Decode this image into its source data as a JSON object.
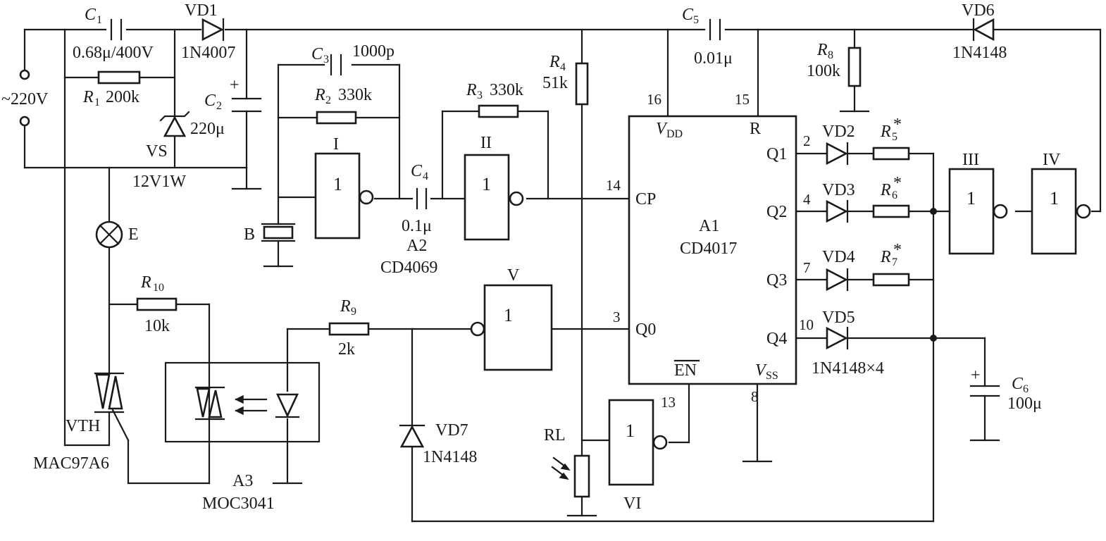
{
  "supply": {
    "mains": "~220V"
  },
  "C1": {
    "letter": "C",
    "sub": "1",
    "value": "0.68μ/400V"
  },
  "R1": {
    "letter": "R",
    "sub": "1",
    "value": "200k"
  },
  "VD1": {
    "name": "VD1",
    "part": "1N4007"
  },
  "C2": {
    "letter": "C",
    "sub": "2",
    "value": "220μ",
    "plus": "+"
  },
  "VS": {
    "name": "VS",
    "part": "12V1W"
  },
  "C3": {
    "letter": "C",
    "sub": "3",
    "value": "1000p"
  },
  "R2": {
    "letter": "R",
    "sub": "2",
    "value": "330k"
  },
  "R3": {
    "letter": "R",
    "sub": "3",
    "value": "330k"
  },
  "R4": {
    "letter": "R",
    "sub": "4",
    "value": "51k"
  },
  "C4": {
    "letter": "C",
    "sub": "4",
    "value": "0.1μ"
  },
  "C5": {
    "letter": "C",
    "sub": "5",
    "value": "0.01μ"
  },
  "R8": {
    "letter": "R",
    "sub": "8",
    "value": "100k"
  },
  "VD6": {
    "name": "VD6",
    "part": "1N4148"
  },
  "B": {
    "name": "B"
  },
  "lamp": {
    "name": "E"
  },
  "A2": {
    "name": "A2",
    "part": "CD4069"
  },
  "A1": {
    "name": "A1",
    "part": "CD4017"
  },
  "gates": {
    "g1": "I",
    "g2": "II",
    "g3": "III",
    "g4": "IV",
    "g5": "V",
    "g6": "VI",
    "symbol": "1"
  },
  "ic_pins": {
    "vdd": "V",
    "vdd_sub": "DD",
    "vdd_num": "16",
    "r": "R",
    "r_num": "15",
    "cp": "CP",
    "cp_num": "14",
    "q0": "Q0",
    "q0_num": "3",
    "q1": "Q1",
    "q1_num": "2",
    "q2": "Q2",
    "q2_num": "4",
    "q3": "Q3",
    "q3_num": "7",
    "q4": "Q4",
    "q4_num": "10",
    "en": "EN",
    "en_num": "13",
    "vss": "V",
    "vss_sub": "SS",
    "vss_num": "8"
  },
  "VD2": {
    "name": "VD2"
  },
  "VD3": {
    "name": "VD3"
  },
  "VD4": {
    "name": "VD4"
  },
  "VD5": {
    "name": "VD5",
    "part": "1N4148×4"
  },
  "R5": {
    "letter": "R",
    "sub": "5",
    "star": "*"
  },
  "R6": {
    "letter": "R",
    "sub": "6",
    "star": "*"
  },
  "R7": {
    "letter": "R",
    "sub": "7",
    "star": "*"
  },
  "C6": {
    "letter": "C",
    "sub": "6",
    "value": "100μ",
    "plus": "+"
  },
  "R9": {
    "letter": "R",
    "sub": "9",
    "value": "2k"
  },
  "R10": {
    "letter": "R",
    "sub": "10",
    "value": "10k"
  },
  "VD7": {
    "name": "VD7",
    "part": "1N4148"
  },
  "RL": {
    "name": "RL"
  },
  "VTH": {
    "name": "VTH",
    "part": "MAC97A6"
  },
  "A3": {
    "name": "A3",
    "part": "MOC3041"
  }
}
